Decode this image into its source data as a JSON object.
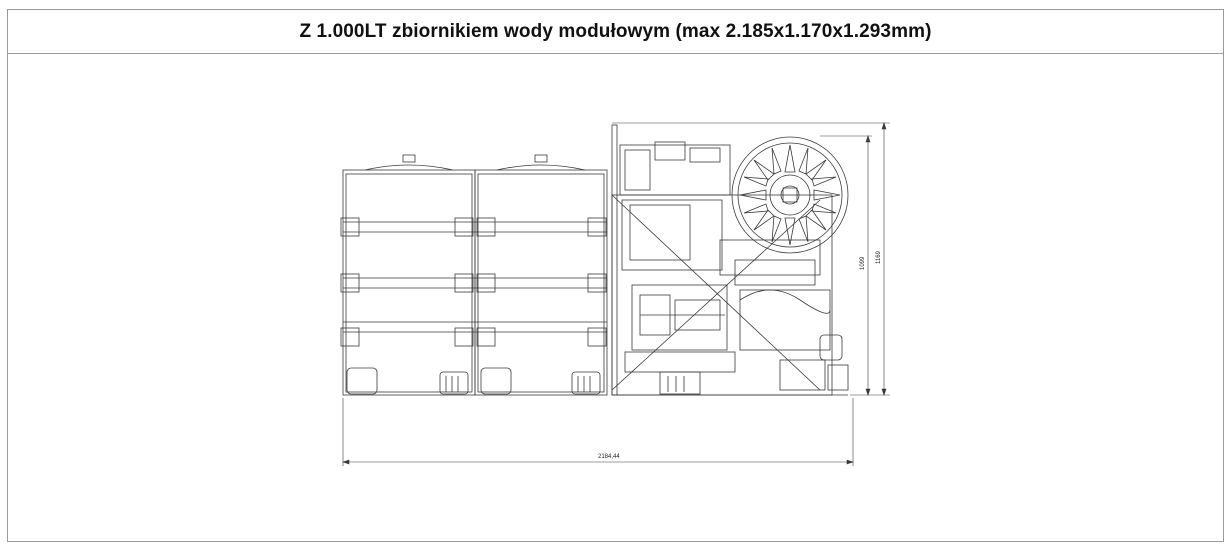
{
  "title": "Z 1.000LT zbiornikiem wody modułowym (max 2.185x1.170x1.293mm)",
  "dimensions": {
    "length": "2184,44",
    "height_inner": "1099",
    "height_outer": "1169"
  },
  "colors": {
    "border": "#9a9a9a",
    "line": "#333333",
    "text": "#111111"
  }
}
